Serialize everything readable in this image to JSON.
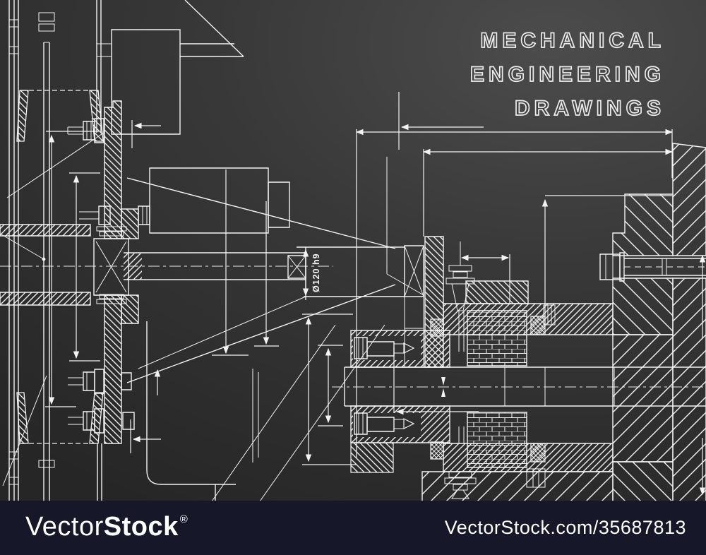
{
  "title": {
    "line1": "MECHANICAL",
    "line2": "ENGINEERING",
    "line3": "DRAWINGS"
  },
  "drawing": {
    "dimension_label": "Ø120 h9"
  },
  "watermark": {
    "brand_light": "Vector",
    "brand_bold": "Stock",
    "registered": "®",
    "url": "VectorStock.com/35687813"
  },
  "colors": {
    "background_center": "#4c4c4c",
    "background_edge": "#262626",
    "line": "#f3f3f3",
    "bar_background": "#161728",
    "text": "#ffffff"
  }
}
